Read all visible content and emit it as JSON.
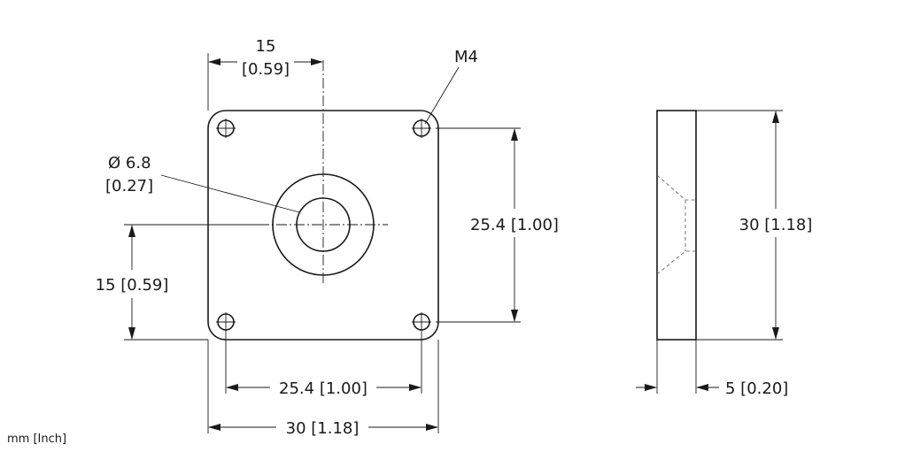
{
  "drawing": {
    "units_note": "mm [Inch]",
    "dimensions": {
      "top_half_width": {
        "value": "15",
        "inch": "[0.59]"
      },
      "thread_label": "M4",
      "bore_diameter": {
        "value": "Ø 6.8",
        "inch": "[0.27]"
      },
      "hole_spacing_vertical": "25.4 [1.00]",
      "left_half_height": "15 [0.59]",
      "hole_spacing_horizontal": "25.4 [1.00]",
      "overall_width": "30 [1.18]",
      "side_height": "30 [1.18]",
      "side_thickness": "5 [0.20]"
    }
  }
}
